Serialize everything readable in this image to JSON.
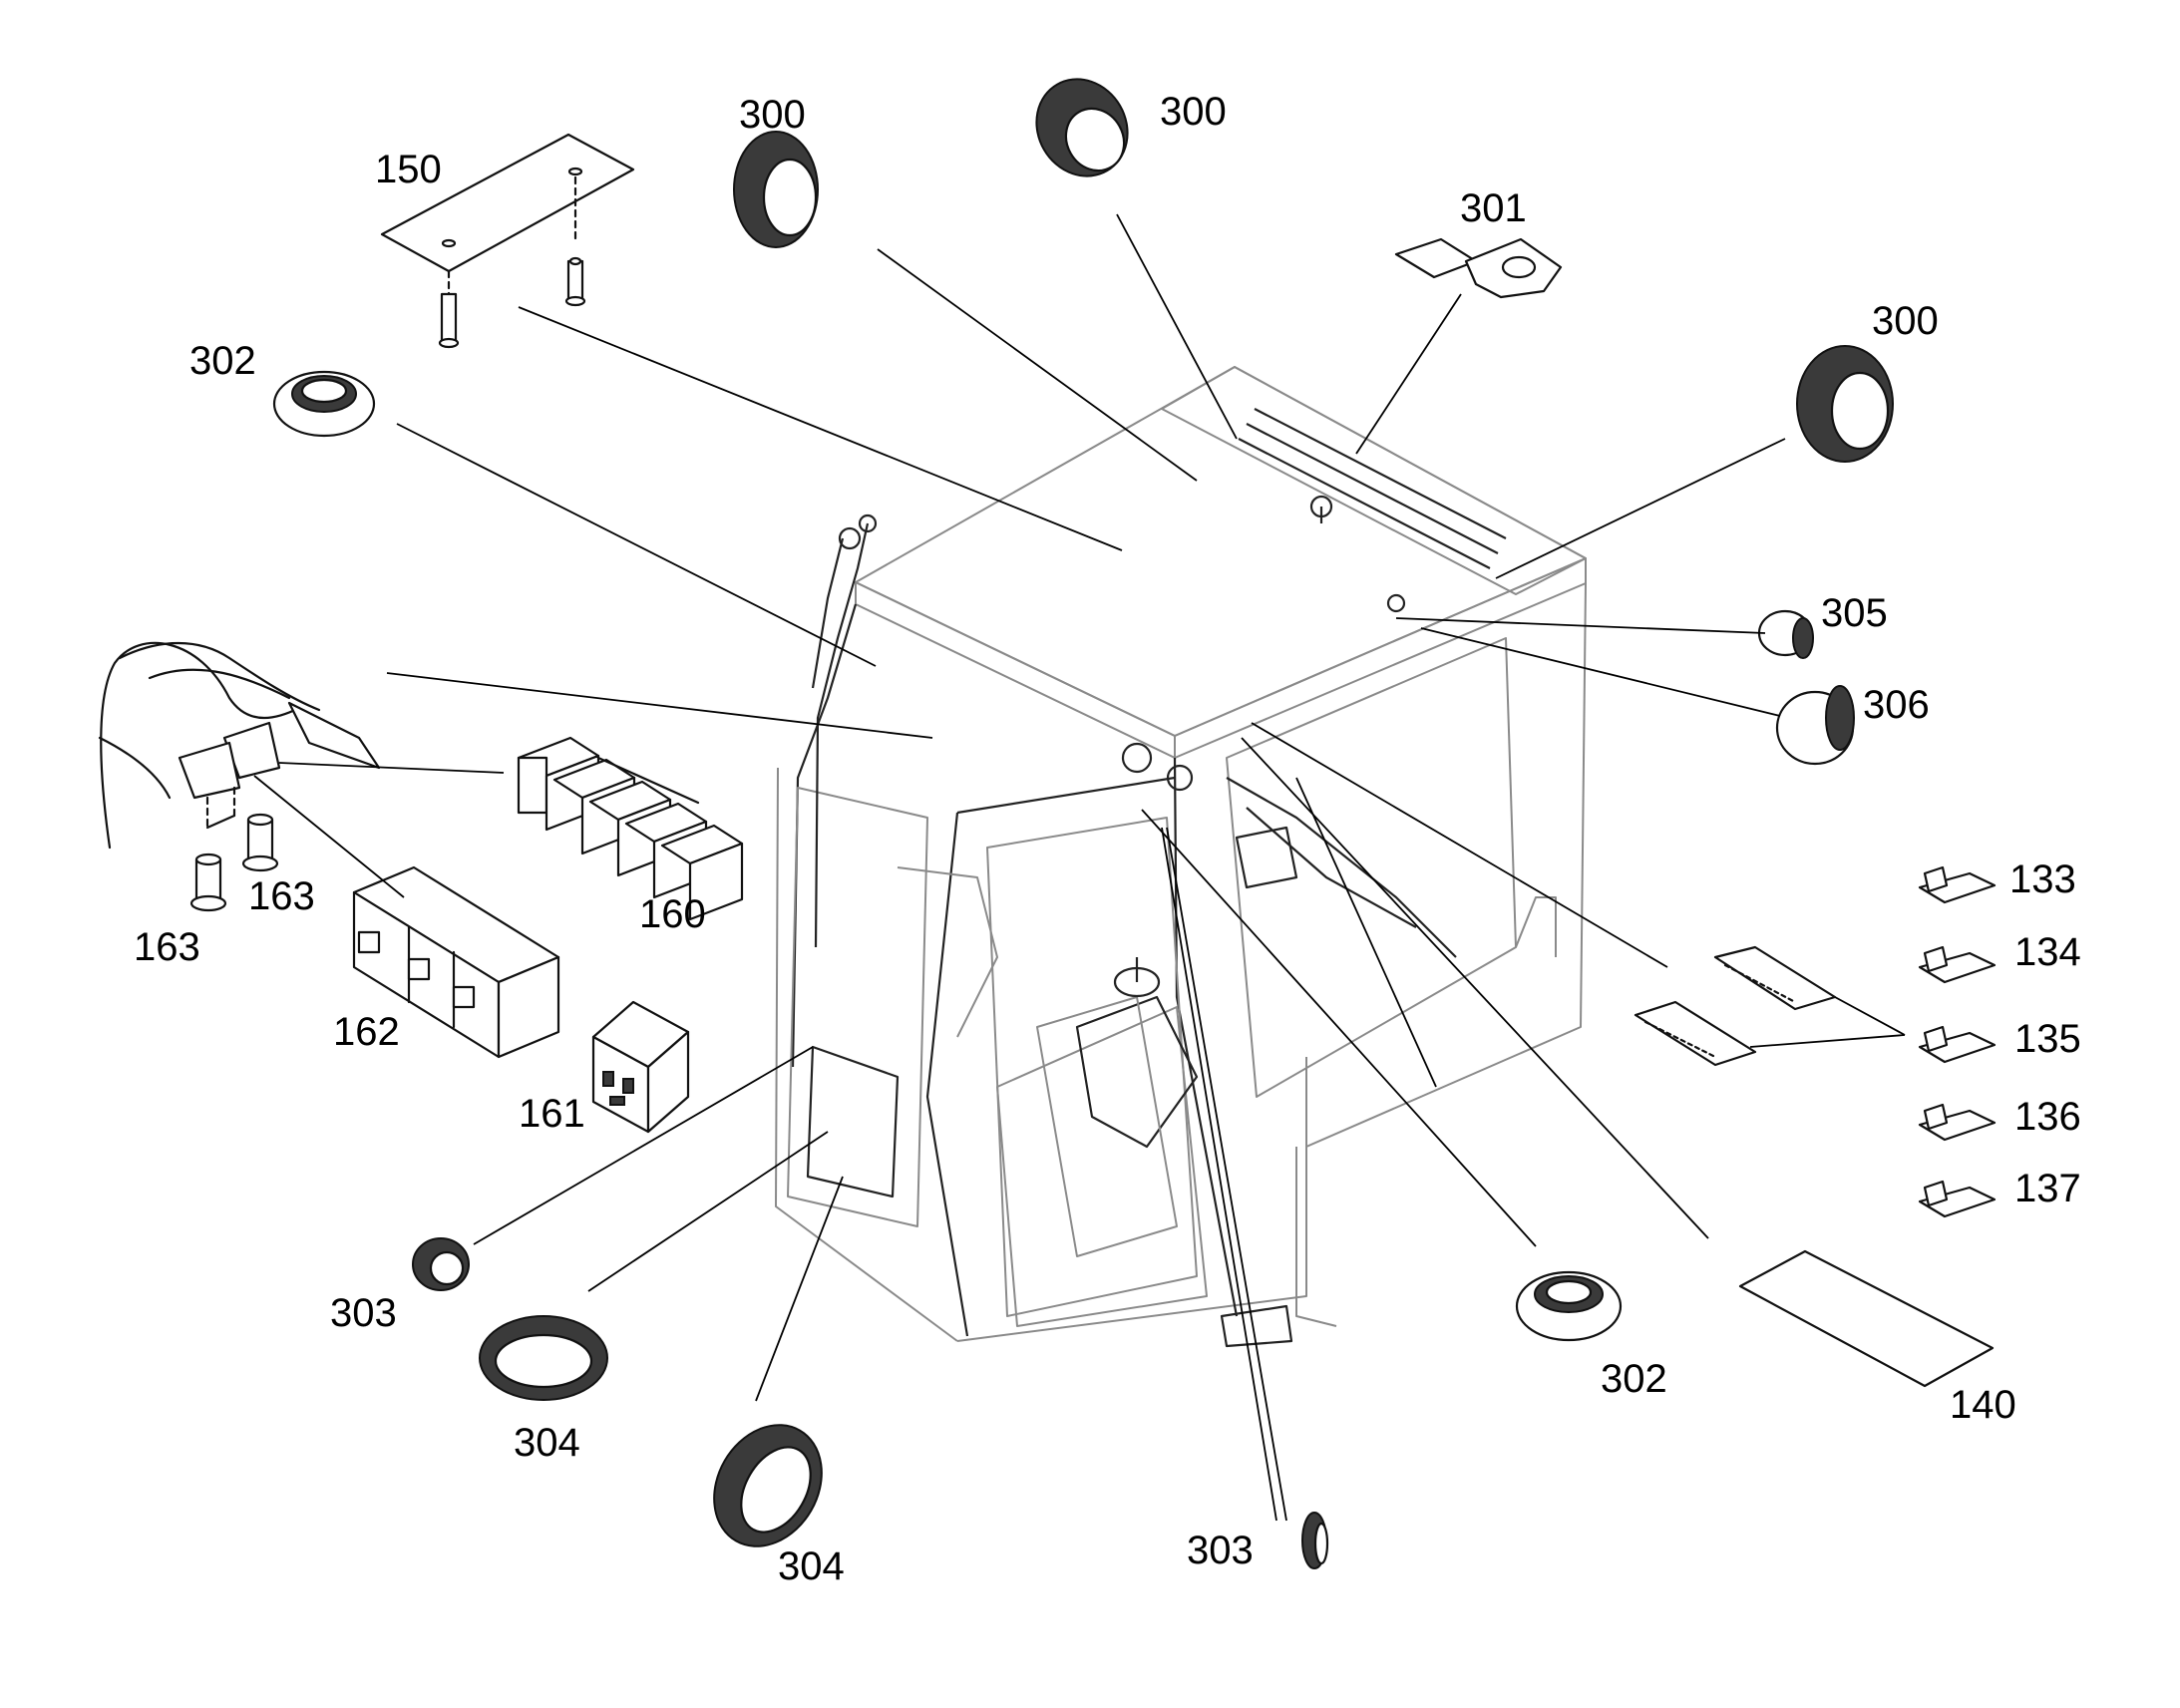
{
  "labels": {
    "l150": "150",
    "l300a": "300",
    "l300b": "300",
    "l300c": "300",
    "l301": "301",
    "l302a": "302",
    "l302b": "302",
    "l303a": "303",
    "l303b": "303",
    "l304a": "304",
    "l304b": "304",
    "l305": "305",
    "l306": "306",
    "l133": "133",
    "l134": "134",
    "l135": "135",
    "l136": "136",
    "l137": "137",
    "l140": "140",
    "l160": "160",
    "l161": "161",
    "l162": "162",
    "l163a": "163",
    "l163b": "163"
  }
}
